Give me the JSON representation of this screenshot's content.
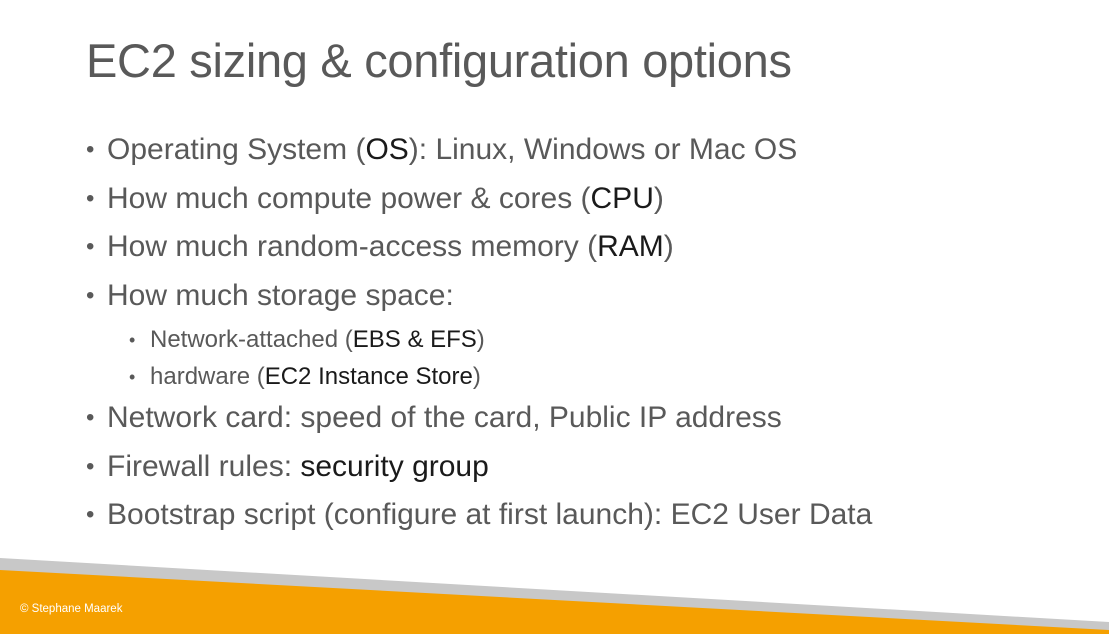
{
  "slide": {
    "title": "EC2 sizing & configuration options",
    "bullets": [
      {
        "pre": "Operating System (",
        "bold": "OS",
        "post": "): Linux, Windows or Mac OS"
      },
      {
        "pre": "How much compute power & cores (",
        "bold": "CPU",
        "post": ")"
      },
      {
        "pre": "How much random-access memory (",
        "bold": "RAM",
        "post": ")"
      },
      {
        "pre": "How much storage space:",
        "bold": "",
        "post": ""
      }
    ],
    "sub_bullets": [
      {
        "pre": "Network-attached (",
        "bold": "EBS & EFS",
        "post": ")"
      },
      {
        "pre": "hardware (",
        "bold": "EC2 Instance Store",
        "post": ")"
      }
    ],
    "bullets_after": [
      {
        "pre": "Network card: speed of the card, Public IP address",
        "bold": "",
        "post": ""
      },
      {
        "pre": "Firewall rules: ",
        "bold": "security group",
        "post": ""
      },
      {
        "pre": "Bootstrap script (configure at first launch): EC2 User Data",
        "bold": "",
        "post": ""
      }
    ],
    "bullet_glyph": "•"
  },
  "footer": {
    "copyright": "© Stephane Maarek",
    "accent_color": "#f5a000",
    "gray_color": "#c8c8c8"
  }
}
